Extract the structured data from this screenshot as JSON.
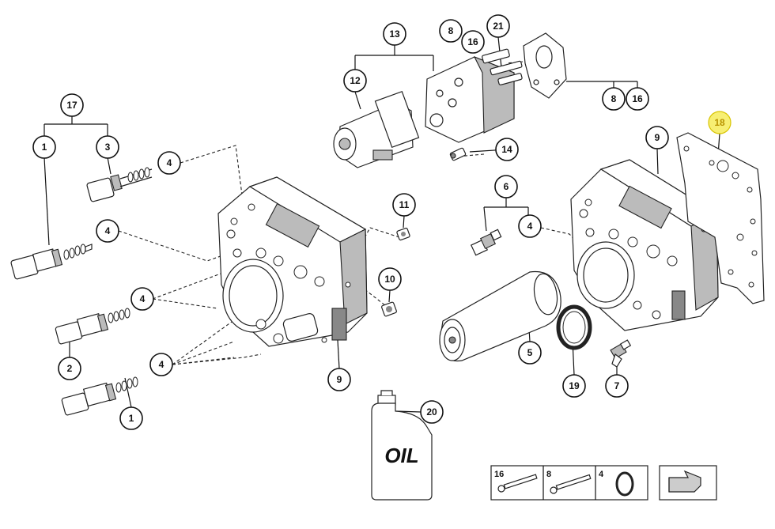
{
  "callouts": {
    "c17": "17",
    "c1a": "1",
    "c3": "3",
    "c4a": "4",
    "c4b": "4",
    "c4c": "4",
    "c4d": "4",
    "c2": "2",
    "c1b": "1",
    "c9a": "9",
    "c11": "11",
    "c10": "10",
    "c13": "13",
    "c12": "12",
    "c8a": "8",
    "c16a": "16",
    "c21": "21",
    "c8b": "8",
    "c16b": "16",
    "c14": "14",
    "c18": "18",
    "c9b": "9",
    "c6": "6",
    "c4e": "4",
    "c5": "5",
    "c19": "19",
    "c7": "7",
    "c20": "20"
  },
  "highlight": {
    "callout": "18",
    "color": "#f7ef73"
  },
  "oil_label": "OIL",
  "legend": {
    "items": [
      {
        "number": "16",
        "icon": "long-bolt-icon"
      },
      {
        "number": "8",
        "icon": "bolt-icon"
      },
      {
        "number": "4",
        "icon": "o-ring-icon"
      }
    ],
    "nav_icon": "next-arrow-icon"
  }
}
